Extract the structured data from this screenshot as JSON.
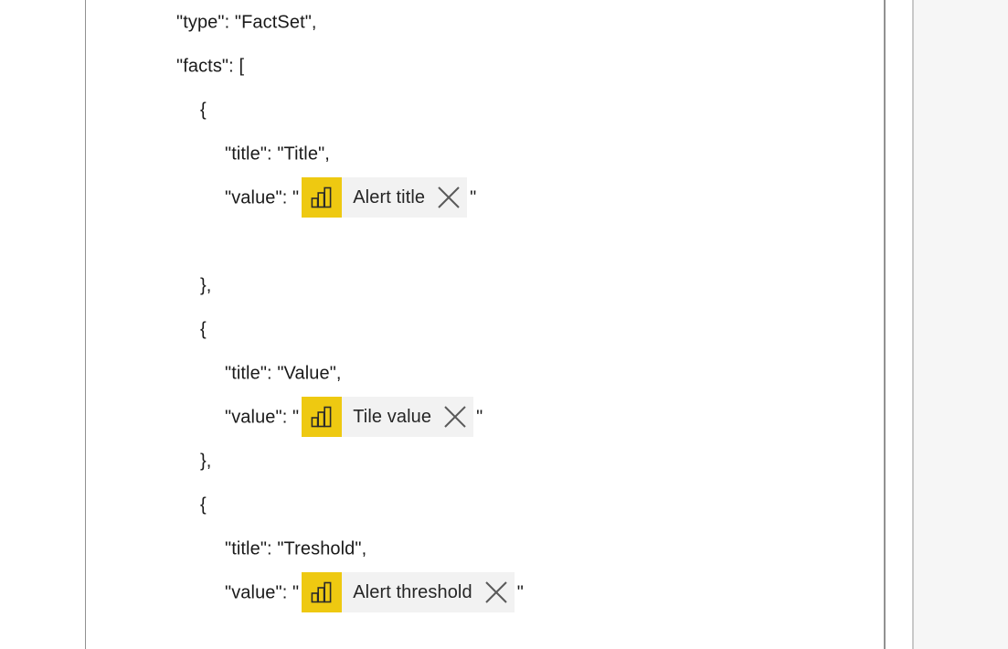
{
  "editor": {
    "lines": [
      {
        "indent": 1,
        "text": "\"type\": \"FactSet\","
      },
      {
        "indent": 1,
        "text": "\"facts\": ["
      },
      {
        "indent": 2,
        "text": "{"
      },
      {
        "indent": 3,
        "text": "\"title\": \"Title\","
      },
      {
        "indent": 3,
        "prefix": "\"value\": \"",
        "chip": 0,
        "suffix": "\""
      },
      {
        "indent": 3,
        "text": ""
      },
      {
        "indent": 2,
        "text": "},"
      },
      {
        "indent": 2,
        "text": "{"
      },
      {
        "indent": 3,
        "text": "\"title\": \"Value\","
      },
      {
        "indent": 3,
        "prefix": "\"value\": \"",
        "chip": 1,
        "suffix": "\""
      },
      {
        "indent": 2,
        "text": "},"
      },
      {
        "indent": 2,
        "text": "{"
      },
      {
        "indent": 3,
        "text": "\"title\": \"Treshold\","
      },
      {
        "indent": 3,
        "prefix": "\"value\": \"",
        "chip": 2,
        "suffix": "\""
      }
    ],
    "chips": [
      {
        "label": "Alert title",
        "icon": "powerbi-bar-chart-icon",
        "close_icon": "close-icon"
      },
      {
        "label": "Tile value",
        "icon": "powerbi-bar-chart-icon",
        "close_icon": "close-icon"
      },
      {
        "label": "Alert threshold",
        "icon": "powerbi-bar-chart-icon",
        "close_icon": "close-icon"
      }
    ]
  },
  "colors": {
    "chip_icon_background": "#eec911",
    "chip_background": "#f2f2f2",
    "text": "#1a1a1a",
    "rule": "#919191",
    "side_panel": "#f6f6f6"
  }
}
